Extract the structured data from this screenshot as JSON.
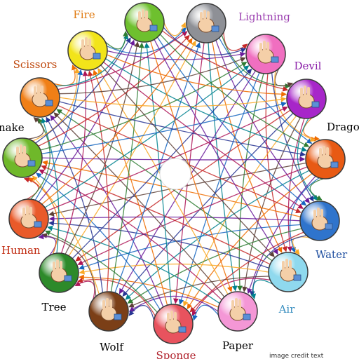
{
  "nodes": [
    {
      "id": "gun",
      "label": "",
      "color": "#8e9096",
      "label_color": "#000000"
    },
    {
      "id": "lightning",
      "label": "Lightning",
      "color": "#f06fc0",
      "label_color": "#9b3fb0"
    },
    {
      "id": "devil",
      "label": "Devil",
      "color": "#a726c9",
      "label_color": "#8a1fa8"
    },
    {
      "id": "dragon",
      "label": "Drago",
      "color": "#e85a14",
      "label_color": "#000000"
    },
    {
      "id": "water",
      "label": "Water",
      "color": "#2f74cc",
      "label_color": "#1f4fa0"
    },
    {
      "id": "air",
      "label": "Air",
      "color": "#8fd9ee",
      "label_color": "#3a8fc0"
    },
    {
      "id": "paper",
      "label": "Paper",
      "color": "#f497d6",
      "label_color": "#000000"
    },
    {
      "id": "sponge",
      "label": "Sponge",
      "color": "#e8535e",
      "label_color": "#b0222c"
    },
    {
      "id": "wolf",
      "label": "Wolf",
      "color": "#7b3f17",
      "label_color": "#000000"
    },
    {
      "id": "tree",
      "label": "Tree",
      "color": "#2d8a2a",
      "label_color": "#000000"
    },
    {
      "id": "human",
      "label": "Human",
      "color": "#e95a2a",
      "label_color": "#c02a10"
    },
    {
      "id": "snake",
      "label": "nake",
      "color": "#6fb82a",
      "label_color": "#000000"
    },
    {
      "id": "scissors",
      "label": "Scissors",
      "color": "#f07f16",
      "label_color": "#c04a10"
    },
    {
      "id": "fire",
      "label": "Fire",
      "color": "#f2e41a",
      "label_color": "#e07a10"
    },
    {
      "id": "rock",
      "label": "",
      "color": "#6ec02e",
      "label_color": "#000000"
    }
  ],
  "edge_colors": [
    "#c62828",
    "#2e7d32",
    "#1565c0",
    "#6a1b9a",
    "#ef6c00",
    "#00838f",
    "#ad1457",
    "#5d4037",
    "#f9a825",
    "#283593"
  ],
  "credit": "image credit text"
}
